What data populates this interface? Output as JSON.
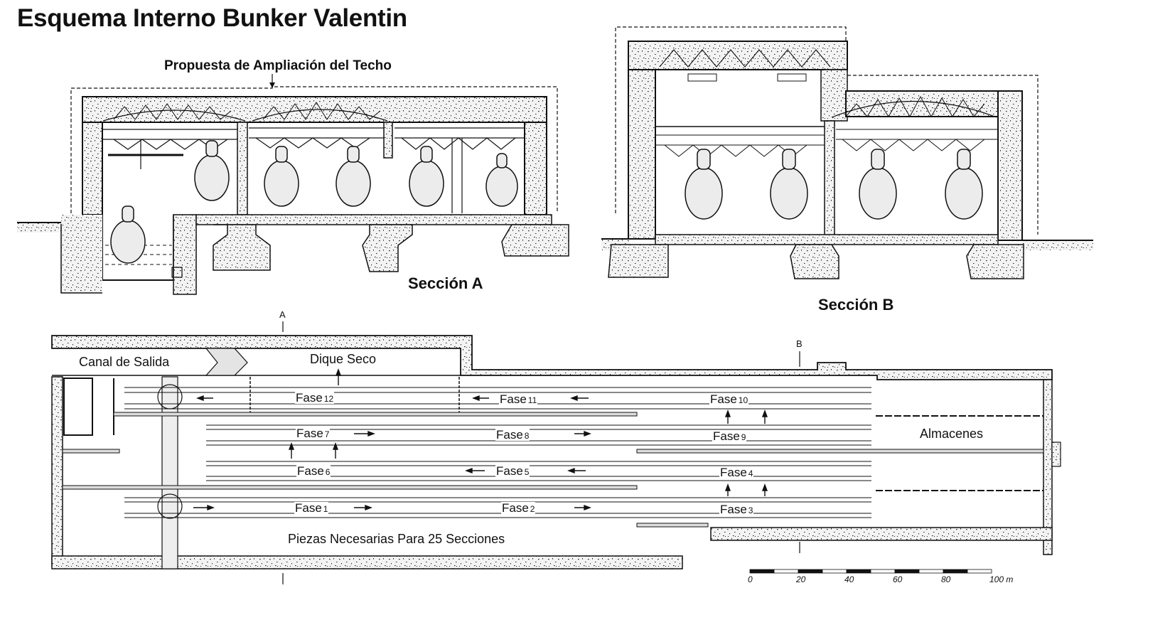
{
  "title": "Esquema Interno Bunker Valentin",
  "roof_proposal_label": "Propuesta de Ampliación del Techo",
  "sections": [
    {
      "id": "A",
      "label": "Sección A"
    },
    {
      "id": "B",
      "label": "Sección B"
    }
  ],
  "plan": {
    "section_markers": [
      "A",
      "B"
    ],
    "areas": {
      "exit_canal": "Canal de Salida",
      "dry_dock": "Dique Seco",
      "storage": "Almacenes",
      "parts": "Piezas Necesarias Para 25 Secciones"
    },
    "phases": [
      {
        "word": "Fase",
        "num": "1",
        "direction": "right"
      },
      {
        "word": "Fase",
        "num": "2",
        "direction": "right"
      },
      {
        "word": "Fase",
        "num": "3",
        "direction": "up"
      },
      {
        "word": "Fase",
        "num": "4",
        "direction": "up"
      },
      {
        "word": "Fase",
        "num": "5",
        "direction": "left"
      },
      {
        "word": "Fase",
        "num": "6",
        "direction": "left"
      },
      {
        "word": "Fase",
        "num": "7",
        "direction": "up"
      },
      {
        "word": "Fase",
        "num": "8",
        "direction": "right"
      },
      {
        "word": "Fase",
        "num": "9",
        "direction": "right"
      },
      {
        "word": "Fase",
        "num": "10",
        "direction": "up"
      },
      {
        "word": "Fase",
        "num": "11",
        "direction": "left"
      },
      {
        "word": "Fase",
        "num": "12",
        "direction": "left"
      }
    ]
  },
  "scale_bar": {
    "ticks": [
      "0",
      "20",
      "40",
      "60",
      "80",
      "100 m"
    ],
    "max_m": 100,
    "segments": 10
  },
  "colors": {
    "ink": "#111111",
    "concrete": "#f2f2f2",
    "stipple": "#333333",
    "hull_fill": "#ececec"
  }
}
